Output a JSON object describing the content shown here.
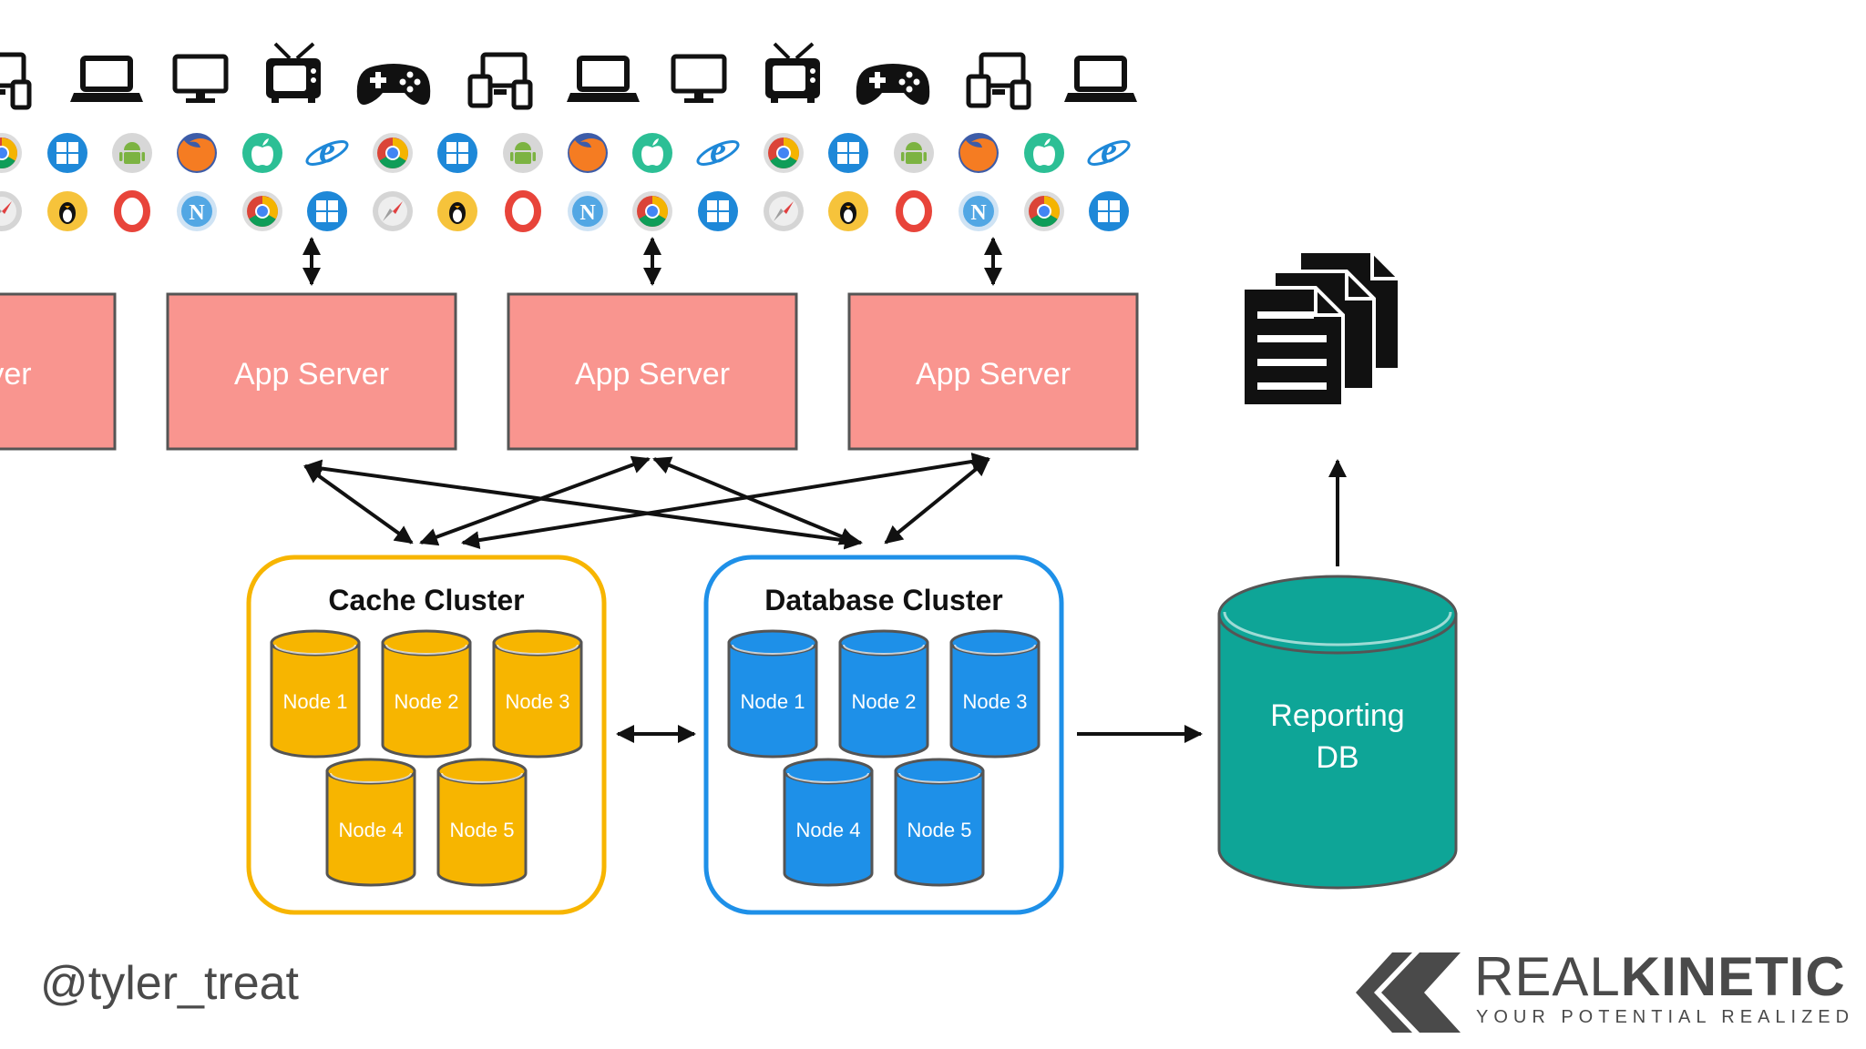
{
  "app_servers": [
    "rver",
    "App Server",
    "App Server",
    "App Server"
  ],
  "cache_cluster": {
    "title": "Cache Cluster",
    "color": "#f7b500",
    "nodes": [
      "Node 1",
      "Node 2",
      "Node 3",
      "Node 4",
      "Node 5"
    ]
  },
  "database_cluster": {
    "title": "Database Cluster",
    "color": "#1e90e8",
    "nodes": [
      "Node 1",
      "Node 2",
      "Node 3",
      "Node 4",
      "Node 5"
    ]
  },
  "reporting_db": {
    "line1": "Reporting",
    "line2": "DB",
    "color": "#0ea597"
  },
  "footer": {
    "handle": "@tyler_treat",
    "brand_name_part1": "REAL",
    "brand_name_part2": "KINETIC",
    "brand_tagline": "YOUR POTENTIAL REALIZED"
  },
  "colors": {
    "server_fill": "#f9958f",
    "server_stroke": "#555555",
    "line": "#111111"
  },
  "device_icons": [
    "multi-device-icon",
    "laptop-icon",
    "monitor-icon",
    "tv-icon",
    "gamepad-icon",
    "multi-device-icon",
    "laptop-icon",
    "monitor-icon",
    "tv-icon",
    "gamepad-icon",
    "multi-device-icon",
    "laptop-icon"
  ],
  "browser_icons_row1": [
    "chrome-icon",
    "windows-icon",
    "android-icon",
    "firefox-icon",
    "apple-icon",
    "ie-icon",
    "chrome-icon",
    "windows-icon",
    "android-icon",
    "firefox-icon",
    "apple-icon",
    "ie-icon",
    "chrome-icon",
    "windows-icon",
    "android-icon",
    "firefox-icon",
    "apple-icon",
    "ie-icon"
  ],
  "browser_icons_row2": [
    "safari-icon",
    "linux-icon",
    "opera-icon",
    "netscape-icon",
    "chrome-icon",
    "windows-icon",
    "safari-icon",
    "linux-icon",
    "opera-icon",
    "netscape-icon",
    "chrome-icon",
    "windows-icon",
    "safari-icon",
    "linux-icon",
    "opera-icon",
    "netscape-icon",
    "chrome-icon",
    "windows-icon"
  ]
}
